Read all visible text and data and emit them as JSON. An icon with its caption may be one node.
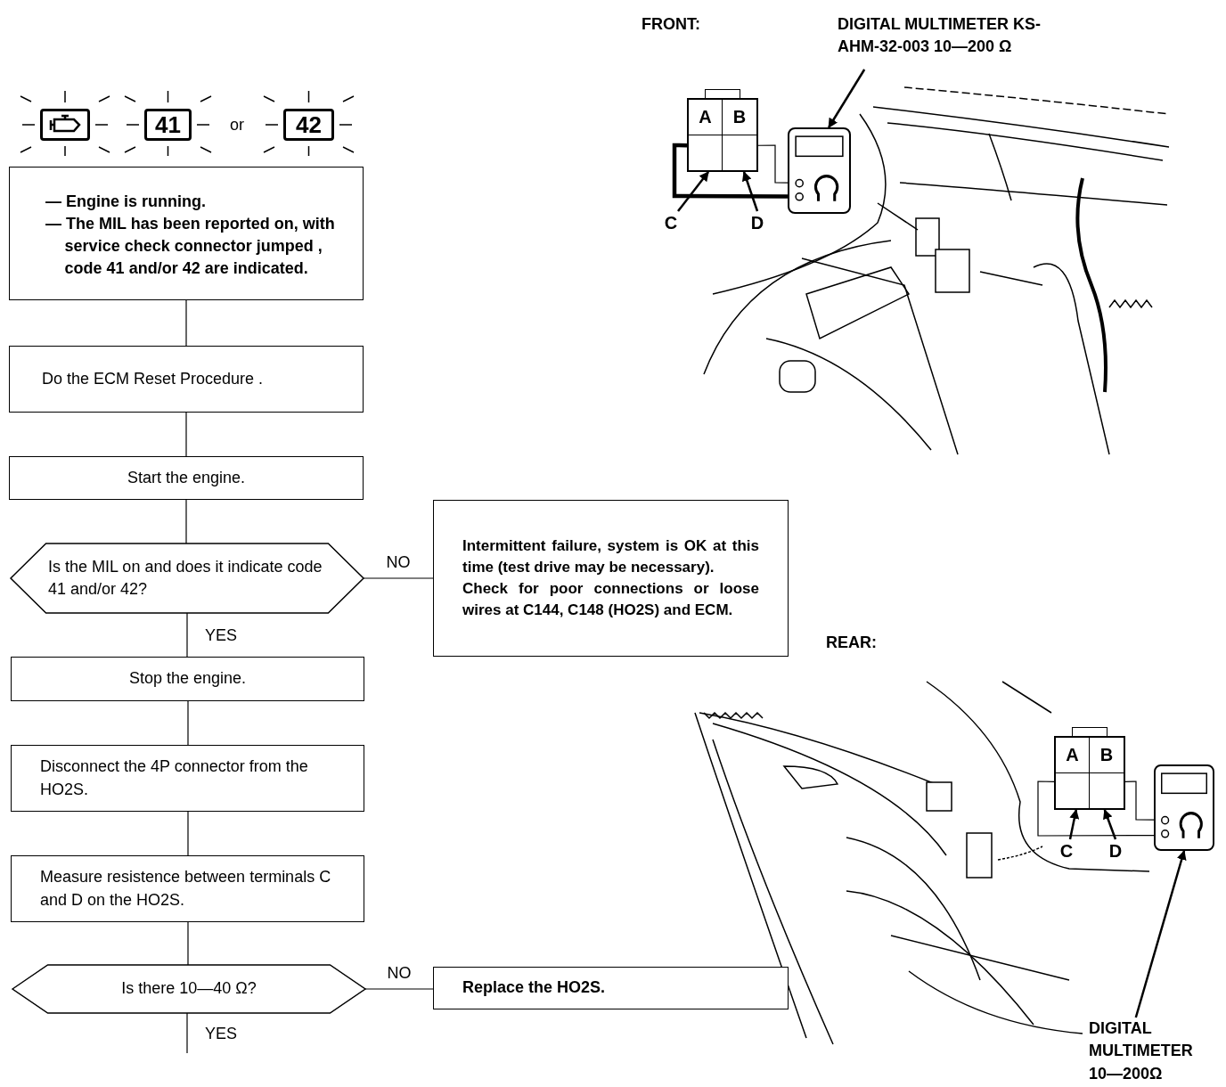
{
  "diagram": {
    "nodes": [
      {
        "text": [],
        "shape": "box"
      },
      {
        "text": [
          "41"
        ]
      },
      {
        "text": [
          "42"
        ]
      },
      {
        "text": [
          "— Engine is running.",
          "— The MIL has been reported on, with service check connector jumped , code 41 and/or 42 are indicated."
        ]
      },
      {
        "text": [
          "Do the ECM Reset Procedure ."
        ]
      },
      {
        "text": [
          "Start the engine."
        ]
      },
      {
        "text": [
          "Is the MIL on and does it indicate code 41 and/or 42?"
        ]
      },
      {
        "text": [
          "Intermittent failure, system is OK at this time (test drive may be necessary).",
          "Check for poor connections or loose wires at C144, C148 (HO2S) and ECM."
        ]
      },
      {
        "text": [
          "Stop the engine."
        ]
      },
      {
        "text": [
          "Disconnect the 4P connector from the HO2S."
        ]
      },
      {
        "text": [
          "Measure resistence between terminals C and D on the HO2S."
        ]
      },
      {
        "text": [
          "Is there 10—40 Ω?"
        ]
      },
      {
        "text": [
          "Replace the HO2S."
        ]
      },
      {
        "text": [
          "DIGITAL MULTIMETER KS-AHM-32-003 10—200 Ω"
        ]
      },
      {
        "text": [
          "C"
        ]
      },
      {
        "text": [
          "D"
        ]
      },
      {
        "text": [
          "C"
        ]
      },
      {
        "text": [
          "D"
        ]
      },
      {
        "text": [
          "DIGITAL MULTIMETER 10—200Ω"
        ]
      },
      {
        "text": [
          "A",
          "B"
        ]
      },
      {
        "text": [],
        "shape": "picture"
      },
      {
        "text": [
          "A",
          "B"
        ]
      },
      {
        "text": [],
        "shape": "picture"
      }
    ],
    "edges": [
      {
        "from": 3,
        "to": 4,
        "arrow": "none"
      },
      {
        "from": 4,
        "to": 5,
        "arrow": "none"
      },
      {
        "from": 5,
        "to": 6,
        "arrow": "none"
      },
      {
        "from": 6,
        "to": 7,
        "arrow": "none",
        "label": "NO"
      },
      {
        "from": 6,
        "to": 8,
        "arrow": "none",
        "label": "YES"
      },
      {
        "from": 8,
        "to": 9,
        "arrow": "none"
      },
      {
        "from": 9,
        "to": 10,
        "arrow": "none"
      },
      {
        "from": 10,
        "to": 11,
        "arrow": "none"
      },
      {
        "from": 11,
        "to": 12,
        "arrow": "none",
        "label": "NO"
      },
      {
        "from": 11,
        "to": null,
        "arrow": "none",
        "label": "YES"
      },
      {
        "from": 13,
        "to": 20,
        "arrow": "to"
      },
      {
        "from": 14,
        "to": 19,
        "arrow": "to"
      },
      {
        "from": 15,
        "to": 19,
        "arrow": "to"
      },
      {
        "from": 16,
        "to": 21,
        "arrow": "to"
      },
      {
        "from": 17,
        "to": 21,
        "arrow": "to"
      },
      {
        "from": 18,
        "to": 22,
        "arrow": "to"
      },
      {
        "from": 19,
        "to": 20,
        "arrow": "none",
        "style": "thick"
      },
      {
        "from": 19,
        "to": 20,
        "arrow": "none"
      },
      {
        "from": 21,
        "to": 22,
        "arrow": "none"
      },
      {
        "from": 21,
        "to": 22,
        "arrow": "none"
      }
    ],
    "labels": [
      "FRONT:",
      "or",
      "REAR:"
    ]
  }
}
